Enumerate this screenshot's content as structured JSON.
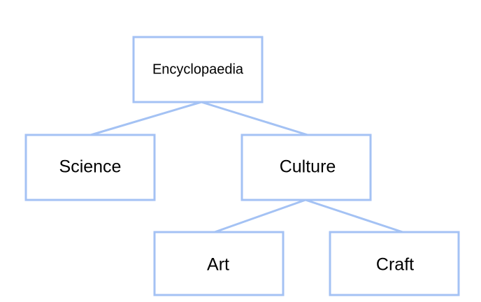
{
  "diagram": {
    "type": "tree",
    "line_color": "#a4c2f4",
    "nodes": [
      {
        "id": "encyclopaedia",
        "label": "Encyclopaedia",
        "parent": null
      },
      {
        "id": "science",
        "label": "Science",
        "parent": "encyclopaedia"
      },
      {
        "id": "culture",
        "label": "Culture",
        "parent": "encyclopaedia"
      },
      {
        "id": "art",
        "label": "Art",
        "parent": "culture"
      },
      {
        "id": "craft",
        "label": "Craft",
        "parent": "culture"
      }
    ]
  }
}
